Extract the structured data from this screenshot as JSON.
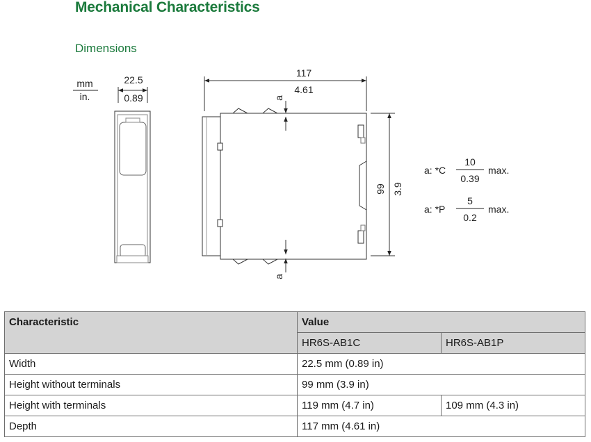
{
  "section_title": "Mechanical Characteristics",
  "subsection_title": "Dimensions",
  "drawing": {
    "unit_mm": "mm",
    "unit_in": "in.",
    "width_mm": "22.5",
    "width_in": "0.89",
    "depth_mm": "117",
    "depth_in": "4.61",
    "height_mm": "99",
    "height_in": "3.9",
    "label_a": "a",
    "note_c_prefix": "a: *C",
    "note_c_mm": "10",
    "note_c_in": "0.39",
    "note_p_prefix": "a: *P",
    "note_p_mm": "5",
    "note_p_in": "0.2",
    "note_suffix": "max."
  },
  "table": {
    "col_characteristic": "Characteristic",
    "col_value": "Value",
    "variant_1": "HR6S-AB1C",
    "variant_2": "HR6S-AB1P",
    "rows": [
      {
        "label": "Width",
        "value": "22.5 mm (0.89 in)"
      },
      {
        "label": "Height without terminals",
        "value": "99 mm (3.9 in)"
      },
      {
        "label": "Height with terminals",
        "value_1": "119 mm (4.7 in)",
        "value_2": "109 mm (4.3 in)"
      },
      {
        "label": "Depth",
        "value": "117 mm (4.61 in)"
      }
    ]
  }
}
